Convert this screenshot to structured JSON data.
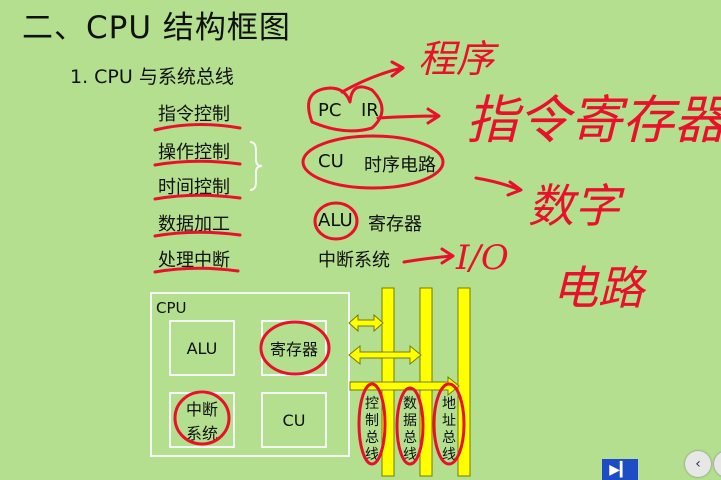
{
  "title": "二、CPU 结构框图",
  "subtitle": "1.  CPU 与系统总线",
  "functions": [
    "指令控制",
    "操作控制",
    "时间控制",
    "数据加工",
    "处理中断"
  ],
  "components": {
    "pc": "PC",
    "ir": "IR",
    "cu": "CU",
    "timing": "时序电路",
    "alu": "ALU",
    "register": "寄存器",
    "interrupt": "中断系统"
  },
  "diagram": {
    "cpu_label": "CPU",
    "alu": "ALU",
    "register": "寄存器",
    "interrupt_line1": "中断",
    "interrupt_line2": "系统",
    "cu": "CU",
    "control_bus": [
      "控",
      "制",
      "总",
      "线"
    ],
    "data_bus": [
      "数",
      "据",
      "总",
      "线"
    ],
    "address_bus": [
      "地",
      "址",
      "总",
      "线"
    ]
  },
  "annotations": {
    "program": "程序",
    "instruction_register": "指令寄存器",
    "digital": "数字",
    "circuit": "电路",
    "io": "I/O"
  },
  "colors": {
    "background": "#b3df8e",
    "bus": "#ffff00",
    "ink": "#e8102a",
    "nav": "#1d4cc4"
  },
  "icons": {
    "next": "play-next-icon",
    "back": "chevron-left-icon",
    "forward": "chevron-right-icon"
  }
}
